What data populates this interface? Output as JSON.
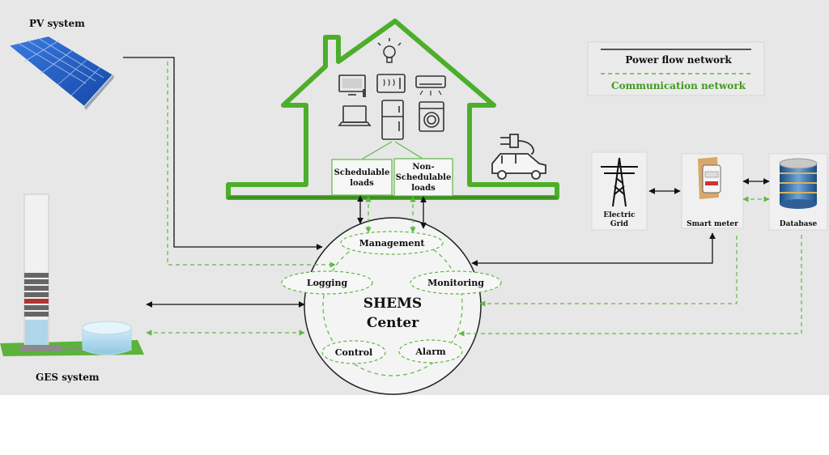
{
  "pv_label": "PV system",
  "ges_label": "GES system",
  "legend": {
    "power": "Power flow network",
    "comm": "Communication network"
  },
  "loads": {
    "schedulable": [
      "Schedulable",
      "loads"
    ],
    "non_schedulable": [
      "Non-",
      "Schedulable",
      "loads"
    ]
  },
  "center": {
    "title": [
      "SHEMS",
      "Center"
    ]
  },
  "modules": {
    "management": "Management",
    "logging": "Logging",
    "monitoring": "Monitoring",
    "control": "Control",
    "alarm": "Alarm"
  },
  "grid_label": [
    "Electric",
    "Grid"
  ],
  "smart_meter_label": "Smart meter",
  "database_label": "Database",
  "colors": {
    "green": "#4cae2a",
    "comm_green": "#5fb845",
    "legend_comm_text": "#3f9a1f"
  }
}
